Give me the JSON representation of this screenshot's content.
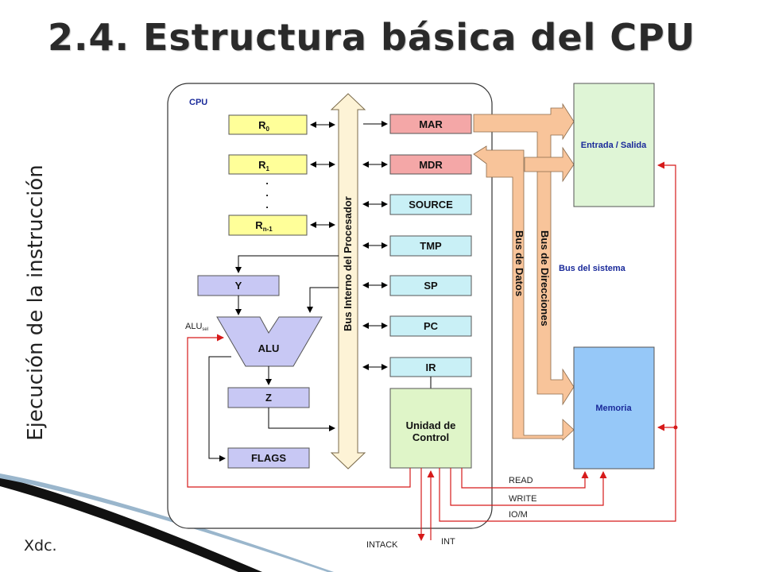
{
  "title": "2.4. Estructura básica del CPU",
  "side_label": "Ejecución de la instrucción",
  "footer": "Xdc.",
  "cpu_label": "CPU",
  "registers": {
    "r0": "R",
    "r0_sub": "0",
    "r1": "R",
    "r1_sub": "1",
    "dots": ".",
    "rn": "R",
    "rn_sub": "n-1"
  },
  "blocks": {
    "mar": "MAR",
    "mdr": "MDR",
    "source": "SOURCE",
    "tmp": "TMP",
    "sp": "SP",
    "pc": "PC",
    "ir": "IR",
    "control_1": "Unidad de",
    "control_2": "Control",
    "y": "Y",
    "alu": "ALU",
    "z": "Z",
    "flags": "FLAGS"
  },
  "alu_sel": "ALU",
  "alu_sel_sub": "sel",
  "internal_bus": "Bus Interno del Procesador",
  "data_bus": "Bus de Datos",
  "addr_bus": "Bus de Direcciones",
  "system_bus": "Bus del sistema",
  "io": "Entrada / Salida",
  "memory": "Memoria",
  "signals": {
    "read": "READ",
    "write": "WRITE",
    "iom": "IO/M",
    "intack": "INTACK",
    "int": "INT"
  },
  "colors": {
    "register": "#ffff99",
    "mar_mdr": "#f4a7a7",
    "other_reg": "#c9f0f6",
    "control": "#dff5c8",
    "y_z_flags": "#c8c8f4",
    "bus": "#fdf3d6",
    "orange": "#f8c49a",
    "io": "#dff5d6",
    "memory": "#96c8f8",
    "signal": "#d61a1a"
  }
}
